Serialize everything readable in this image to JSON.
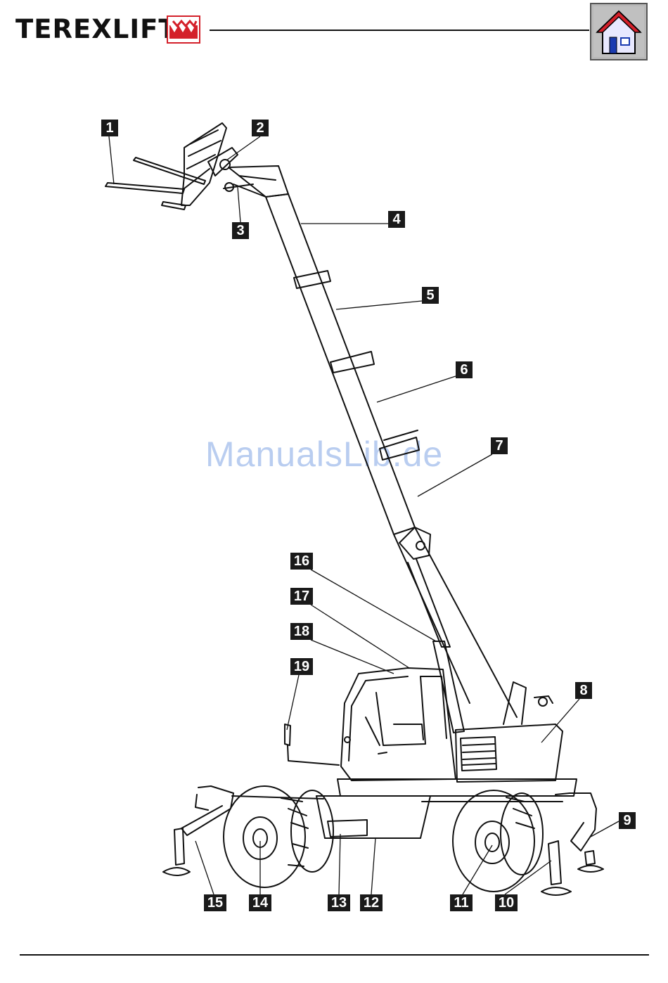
{
  "header": {
    "logo_text": "TEREXLIFT",
    "home_icon": "house-home-icon",
    "accent_red": "#d4202a"
  },
  "watermark": "ManualsLib.de",
  "callouts": [
    "1",
    "2",
    "3",
    "4",
    "5",
    "6",
    "7",
    "8",
    "9",
    "10",
    "11",
    "12",
    "13",
    "14",
    "15",
    "16",
    "17",
    "18",
    "19"
  ]
}
